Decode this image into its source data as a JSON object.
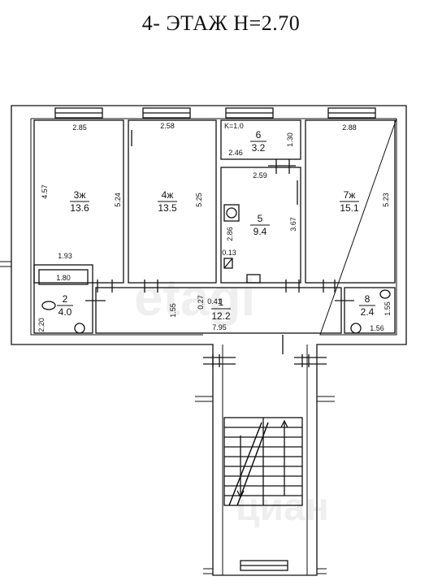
{
  "title": "4- ЭТАЖ  H=2.70",
  "watermark_top": "etagi",
  "watermark_bottom": "циан",
  "rooms": [
    {
      "num": "3ж",
      "area": "13.6"
    },
    {
      "num": "4ж",
      "area": "13.5"
    },
    {
      "num": "6",
      "area": "3.2"
    },
    {
      "num": "7ж",
      "area": "15.1"
    },
    {
      "num": "5",
      "area": "9.4"
    },
    {
      "num": "1",
      "area": "12.2"
    },
    {
      "num": "2",
      "area": "4.0"
    },
    {
      "num": "8",
      "area": "2.4"
    }
  ],
  "dims": {
    "r3_top": "2.85",
    "r3_side": "4.57",
    "r3_right": "5.24",
    "r3_bottom": "1.93",
    "r4_top": "2.58",
    "r4_right": "5.25",
    "k": "K=1.0",
    "r6_height": "1.30",
    "r6_bottom": "2.46",
    "r7_top": "2.88",
    "r7_right": "5.23",
    "r5_top": "2.59",
    "r5_left": "2.86",
    "r5_right": "3.67",
    "r5_small": "0.13",
    "bath": "1.80",
    "r2_side": "2.20",
    "hall_side": "1.55",
    "hall_a": "0.27",
    "hall_b": "0.41",
    "hall_len": "7.95",
    "r8_side": "1.55",
    "r8_bottom": "1.56"
  }
}
